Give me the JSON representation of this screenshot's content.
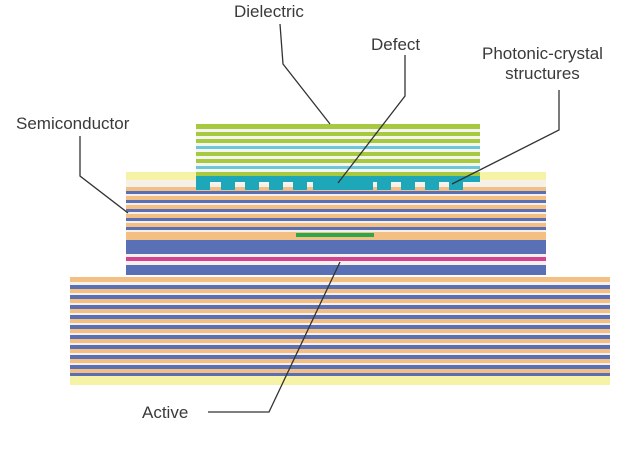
{
  "labels": {
    "dielectric": "Dielectric",
    "defect": "Defect",
    "photonic_line1": "Photonic-crystal",
    "photonic_line2": "structures",
    "semiconductor": "Semiconductor",
    "active": "Active"
  },
  "colors": {
    "dielectric_green": "#a6c93f",
    "dielectric_cyan": "#6cc7d9",
    "dielectric_white": "#f4f4f0",
    "semiconductor_blue": "#5a70b6",
    "semiconductor_orange": "#f4bf82",
    "semiconductor_white": "#f5f1ea",
    "cap_yellow": "#f7f3a6",
    "photonic_teal": "#1ea7b8",
    "active_magenta": "#d6428f",
    "defect_green": "#2aa84f",
    "leader_line": "#333333"
  }
}
